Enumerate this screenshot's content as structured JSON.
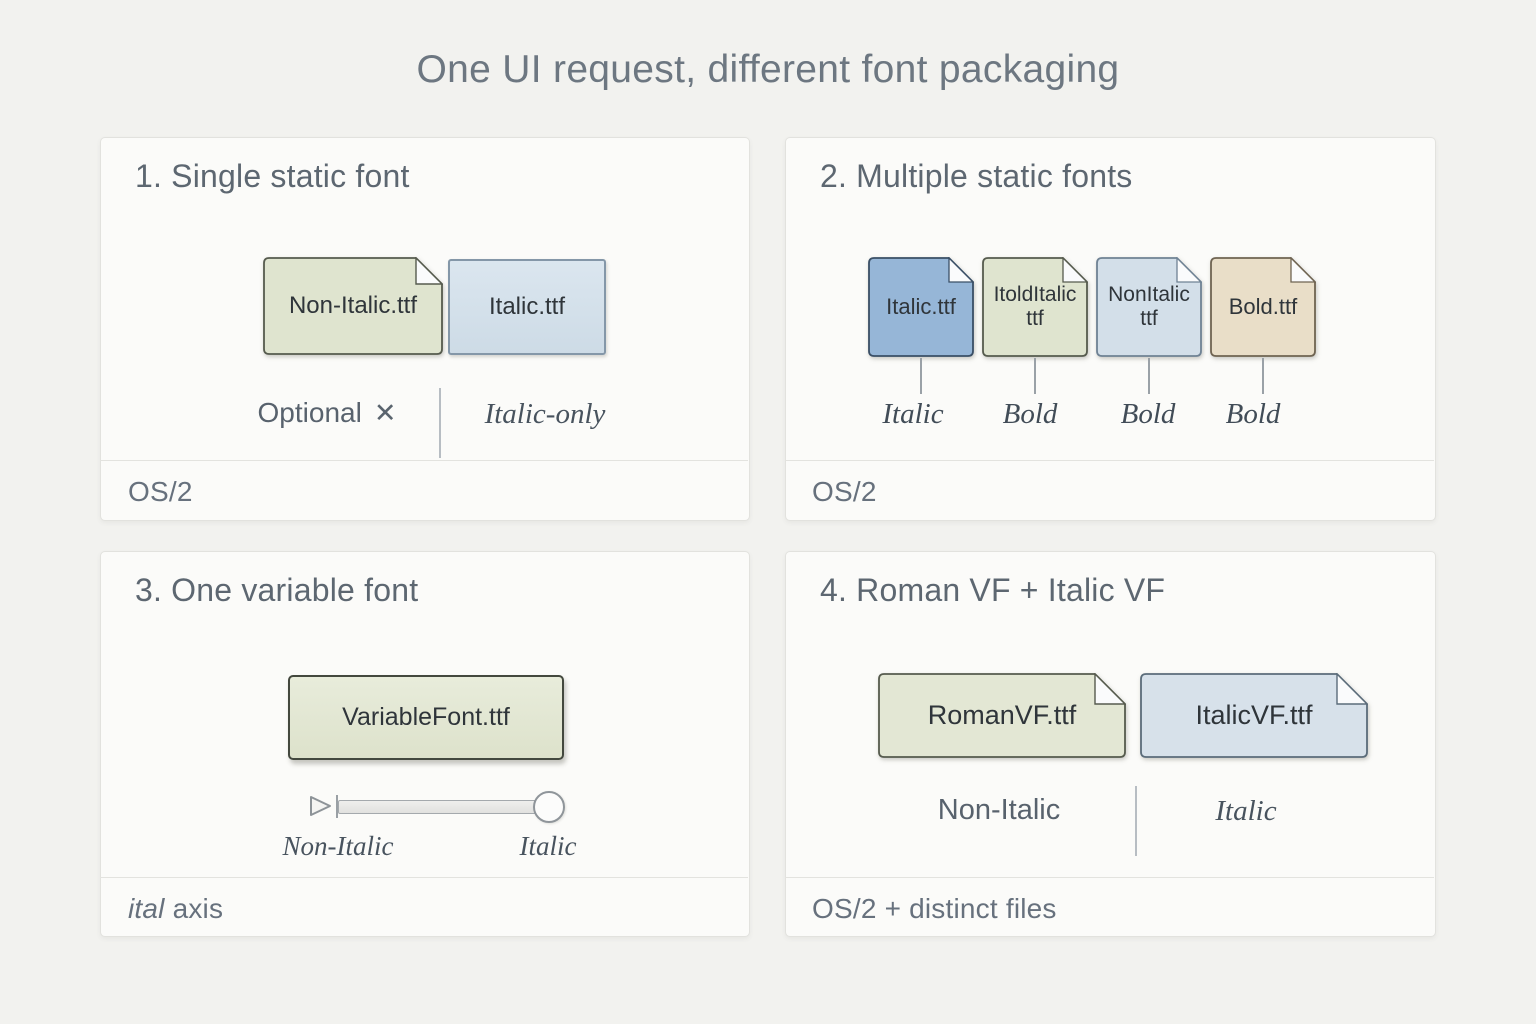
{
  "title": "One UI request, different font packaging",
  "colors": {
    "background": "#f2f2ef",
    "panel": "#fbfbf9",
    "heading_text": "#5d6771",
    "file_green": "#dfe4cf",
    "file_green_pale": "#e3e7d4",
    "file_blue_steel": "#96b6d7",
    "file_blue_light": "#d3dfe9",
    "file_blue_pale": "#d7e1ea",
    "file_tan": "#e9dec8",
    "flap": "#fafbfc"
  },
  "panels": [
    {
      "heading": "1. Single static font",
      "files": [
        {
          "label": "Non-Italic.ttf"
        },
        {
          "label": "Italic.ttf"
        }
      ],
      "annotations": {
        "left": "Optional",
        "x_icon": "✕",
        "right": "Italic-only"
      },
      "footer": "OS/2"
    },
    {
      "heading": "2. Multiple static fonts",
      "files": [
        {
          "label": "Italic.ttf"
        },
        {
          "label": "ItoldItalic\nttf"
        },
        {
          "label": "NonItalic\nttf"
        },
        {
          "label": "Bold.ttf"
        }
      ],
      "tags": [
        "Italic",
        "Bold",
        "Bold",
        "Bold"
      ],
      "footer": "OS/2"
    },
    {
      "heading": "3. One variable font",
      "files": [
        {
          "label": "VariableFont.ttf"
        }
      ],
      "slider": {
        "left_label": "Non-Italic",
        "right_label": "Italic"
      },
      "footer_ital": "ital",
      "footer_rest": " axis"
    },
    {
      "heading": "4. Roman VF + Italic VF",
      "files": [
        {
          "label": "RomanVF.ttf"
        },
        {
          "label": "ItalicVF.ttf"
        }
      ],
      "annotations": {
        "left": "Non-Italic",
        "right": "Italic"
      },
      "footer": "OS/2 + distinct files"
    }
  ]
}
